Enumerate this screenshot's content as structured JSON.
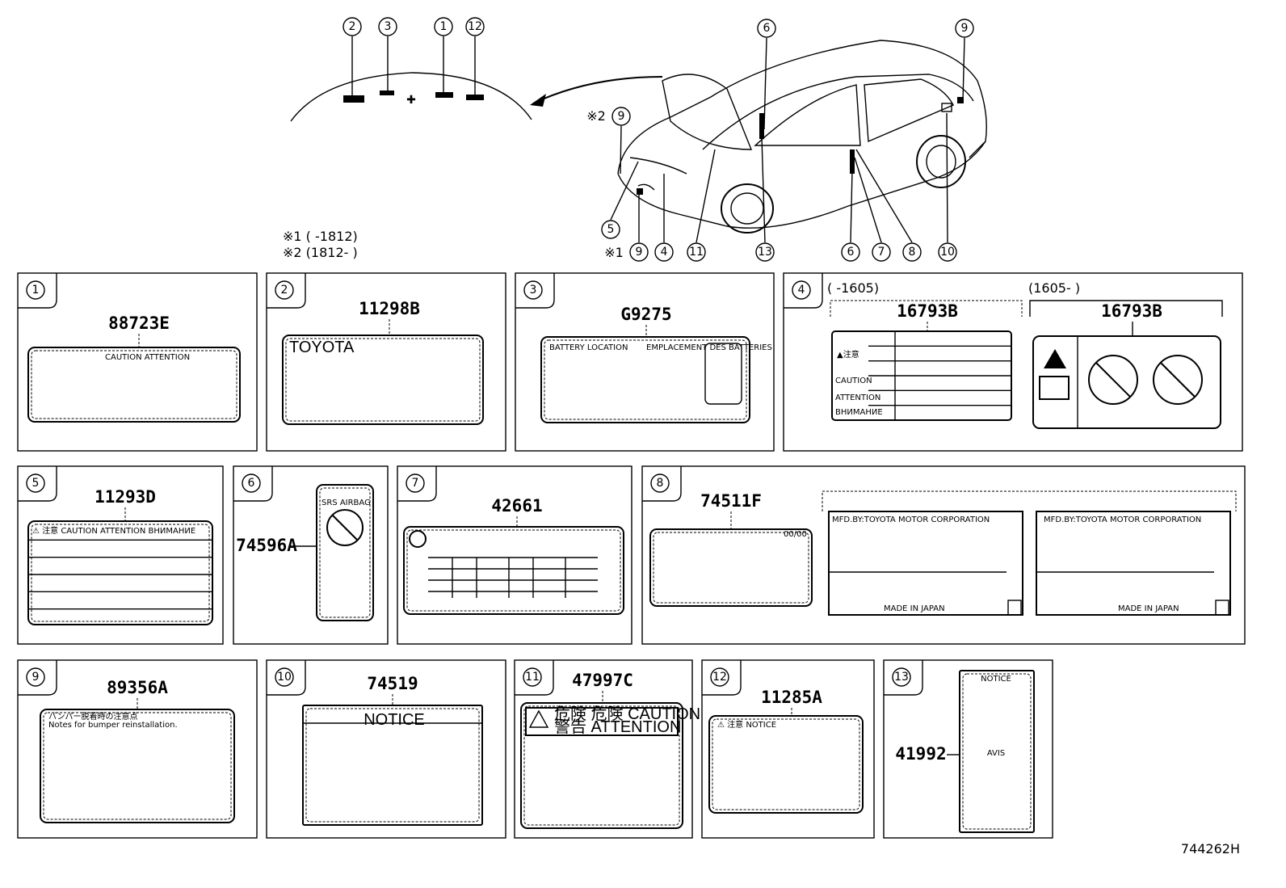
{
  "notes": {
    "note1": "※1 (      -1812)",
    "note2": "※2 (1812-      )",
    "callout_mark1": "※1",
    "callout_mark2": "※2"
  },
  "callouts": {
    "top_left": [
      "2",
      "3",
      "1",
      "12"
    ],
    "car_top": [
      "6",
      "9"
    ],
    "car_side": [
      "9",
      "5"
    ],
    "car_bottom": [
      "9",
      "4",
      "11",
      "13",
      "6",
      "7",
      "8",
      "10"
    ]
  },
  "panels": [
    {
      "num": "1",
      "part": "88723E",
      "label": "CAUTION  ATTENTION"
    },
    {
      "num": "2",
      "part": "11298B",
      "label": "TOYOTA"
    },
    {
      "num": "3",
      "part": "G9275",
      "label": "BATTERY LOCATION",
      "label2": "EMPLACEMENT DES BATTERIES"
    },
    {
      "num": "4",
      "part": "16793B",
      "part2": "16793B",
      "range1": "(      -1605)",
      "range2": "(1605-      )",
      "rows": [
        "▲注意",
        "CAUTION",
        "ATTENTION",
        "ВНИМАНИЕ"
      ]
    },
    {
      "num": "5",
      "part": "11293D",
      "label": "⚠ 注意 CAUTION ATTENTION ВНИМАНИЕ"
    },
    {
      "num": "6",
      "part": "74596A",
      "label": "SRS AIRBAG"
    },
    {
      "num": "7",
      "part": "42661"
    },
    {
      "num": "8",
      "part": "74511F",
      "label": "MFD.BY:TOYOTA MOTOR CORPORATION",
      "label2": "MADE IN JAPAN",
      "date": "00/00"
    },
    {
      "num": "9",
      "part": "89356A",
      "label": "バンパー脱着時の注意点",
      "label2": "Notes for bumper reinstallation."
    },
    {
      "num": "10",
      "part": "74519",
      "label": "NOTICE"
    },
    {
      "num": "11",
      "part": "47997C",
      "label": "危険 危険 CAUTION",
      "label2": "警告 ATTENTION"
    },
    {
      "num": "12",
      "part": "11285A",
      "label": "⚠ 注意 NOTICE"
    },
    {
      "num": "13",
      "part": "41992",
      "label": "NOTICE",
      "label2": "AVIS"
    }
  ],
  "figure_id": "744262H"
}
